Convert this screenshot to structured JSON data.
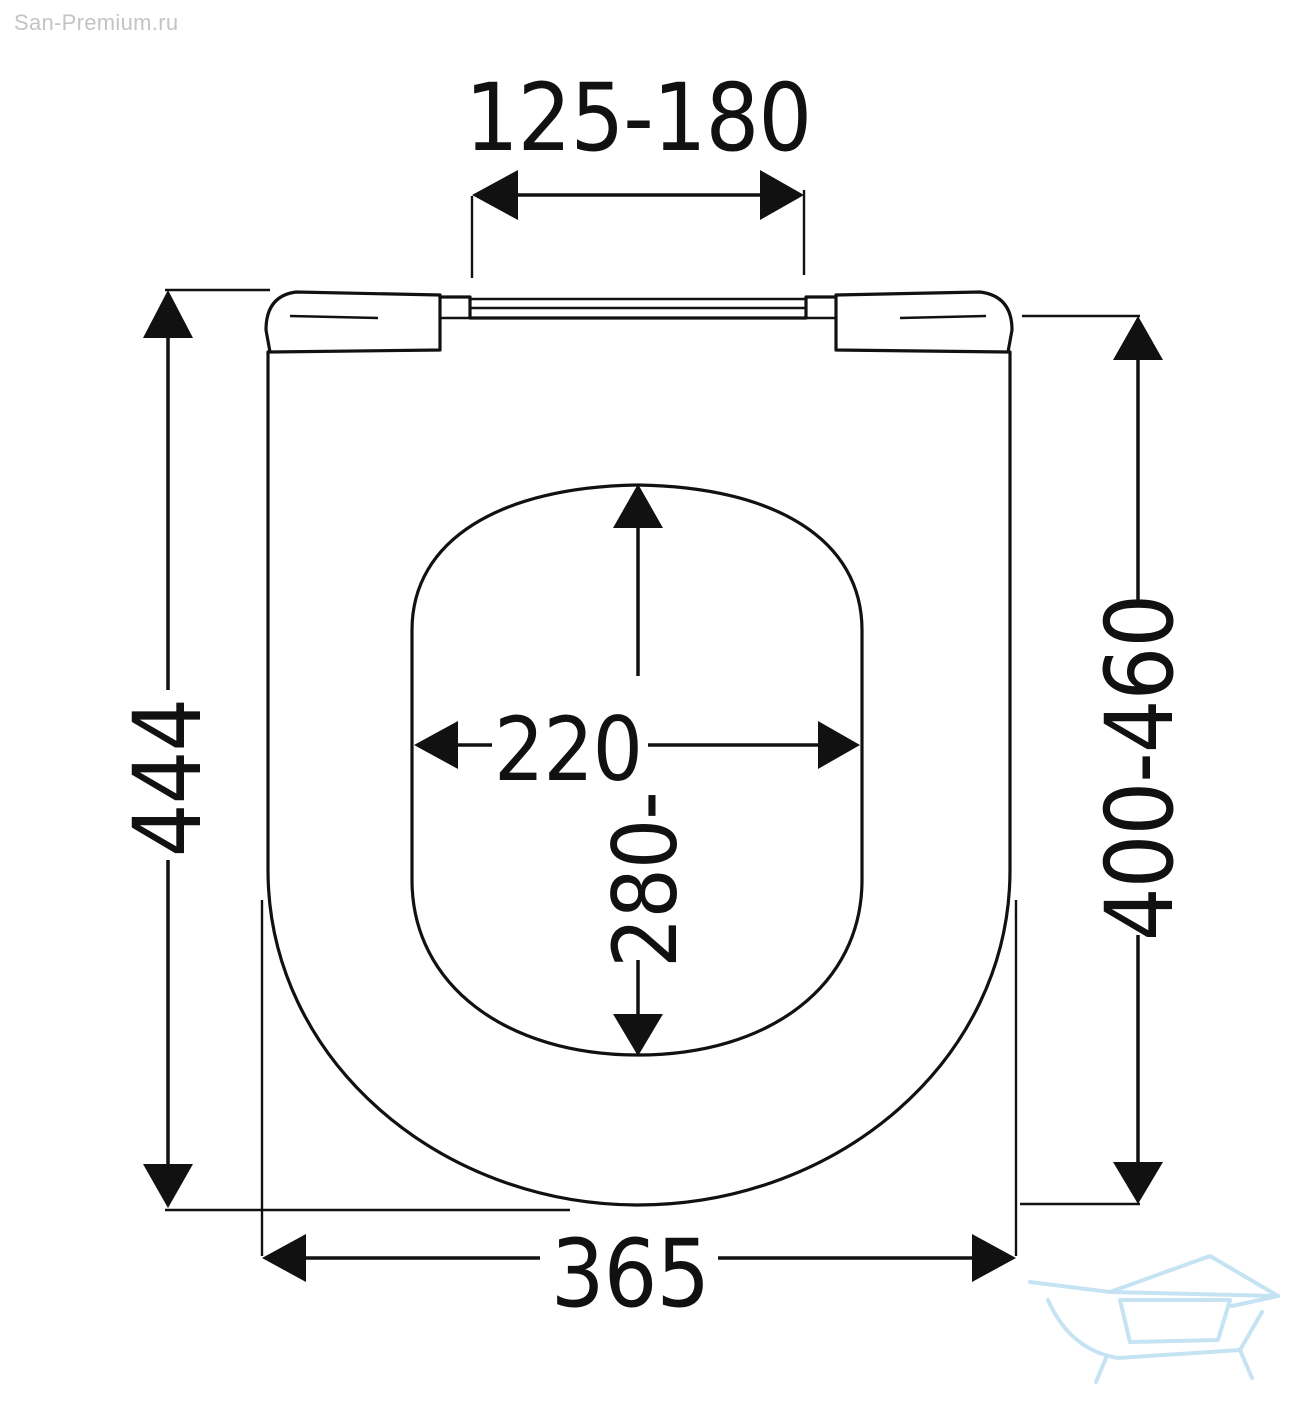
{
  "watermark": "San-Premium.ru",
  "dimensions": {
    "hinge_spacing": "125-180",
    "total_length": "444",
    "bowl_length": "400-460",
    "total_width": "365",
    "inner_width": "220",
    "inner_length": "280-"
  },
  "logo": {
    "name": "bathtub-logo",
    "color": "#bfe0f2"
  },
  "colors": {
    "line": "#111111",
    "background": "#ffffff"
  }
}
